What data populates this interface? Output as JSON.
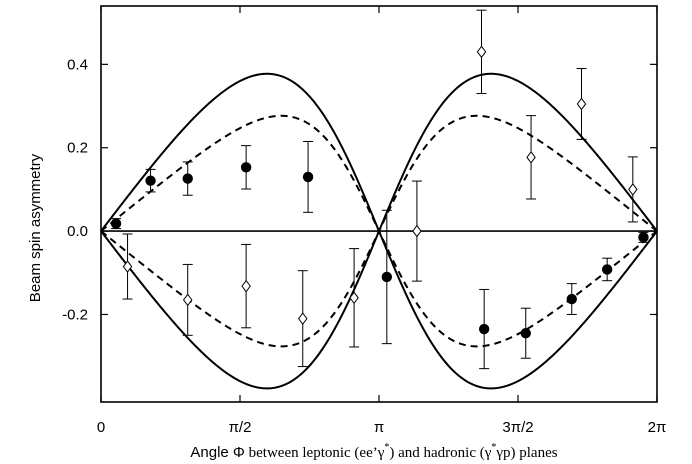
{
  "chart_data": {
    "type": "scatter",
    "xlabel_parts": {
      "sans": "Angle Φ",
      "serif_a": " between leptonic (ee’γ",
      "sup_a": "*",
      "serif_b": ") and hadronic (γ",
      "sup_b": "*",
      "serif_c": "γp) planes"
    },
    "ylabel": "Beam spin asymmetry",
    "xlim": [
      0,
      6.2832
    ],
    "ylim": [
      -0.41,
      0.54
    ],
    "x_ticks": [
      {
        "value": 0,
        "label": "0"
      },
      {
        "value": 1.5708,
        "label": "π/2"
      },
      {
        "value": 3.1416,
        "label": "π"
      },
      {
        "value": 4.7124,
        "label": "3π/2"
      },
      {
        "value": 6.2832,
        "label": "2π"
      }
    ],
    "y_ticks": [
      {
        "value": -0.2,
        "label": "-0.2"
      },
      {
        "value": 0.0,
        "label": "0.0"
      },
      {
        "value": 0.2,
        "label": "0.2"
      },
      {
        "value": 0.4,
        "label": "0.4"
      }
    ],
    "grid": false,
    "series": [
      {
        "marker": "filled-circle",
        "color": "#000000",
        "points": [
          {
            "x": 0.17,
            "y": 0.018,
            "err": 0.012
          },
          {
            "x": 0.56,
            "y": 0.121,
            "err": 0.027
          },
          {
            "x": 0.98,
            "y": 0.126,
            "err": 0.04
          },
          {
            "x": 1.64,
            "y": 0.153,
            "err": 0.052
          },
          {
            "x": 2.34,
            "y": 0.13,
            "err": 0.085
          },
          {
            "x": 3.23,
            "y": -0.11,
            "err": 0.16
          },
          {
            "x": 4.33,
            "y": -0.235,
            "err": 0.095
          },
          {
            "x": 4.8,
            "y": -0.245,
            "err": 0.06
          },
          {
            "x": 5.32,
            "y": -0.163,
            "err": 0.037
          },
          {
            "x": 5.72,
            "y": -0.092,
            "err": 0.027
          },
          {
            "x": 6.13,
            "y": -0.015,
            "err": 0.012
          }
        ]
      },
      {
        "marker": "open-diamond",
        "color": "#000000",
        "points": [
          {
            "x": 0.3,
            "y": -0.085,
            "err": 0.078
          },
          {
            "x": 0.98,
            "y": -0.165,
            "err": 0.085
          },
          {
            "x": 1.64,
            "y": -0.132,
            "err": 0.1
          },
          {
            "x": 2.28,
            "y": -0.21,
            "err": 0.115
          },
          {
            "x": 2.86,
            "y": -0.16,
            "err": 0.118
          },
          {
            "x": 3.57,
            "y": 0.0,
            "err": 0.12
          },
          {
            "x": 4.3,
            "y": 0.43,
            "err": 0.1
          },
          {
            "x": 4.86,
            "y": 0.177,
            "err": 0.1
          },
          {
            "x": 5.43,
            "y": 0.305,
            "err": 0.085
          },
          {
            "x": 6.01,
            "y": 0.1,
            "err": 0.078
          }
        ]
      }
    ],
    "curves": [
      {
        "style": "solid",
        "amplitude": 0.36,
        "skew": 0.3,
        "sign": 1
      },
      {
        "style": "dashed",
        "amplitude": 0.247,
        "skew": 0.45,
        "sign": 1
      },
      {
        "style": "solid",
        "amplitude": 0.36,
        "skew": 0.3,
        "sign": -1
      },
      {
        "style": "dashed",
        "amplitude": 0.247,
        "skew": 0.45,
        "sign": -1
      }
    ],
    "zero_line": true
  }
}
